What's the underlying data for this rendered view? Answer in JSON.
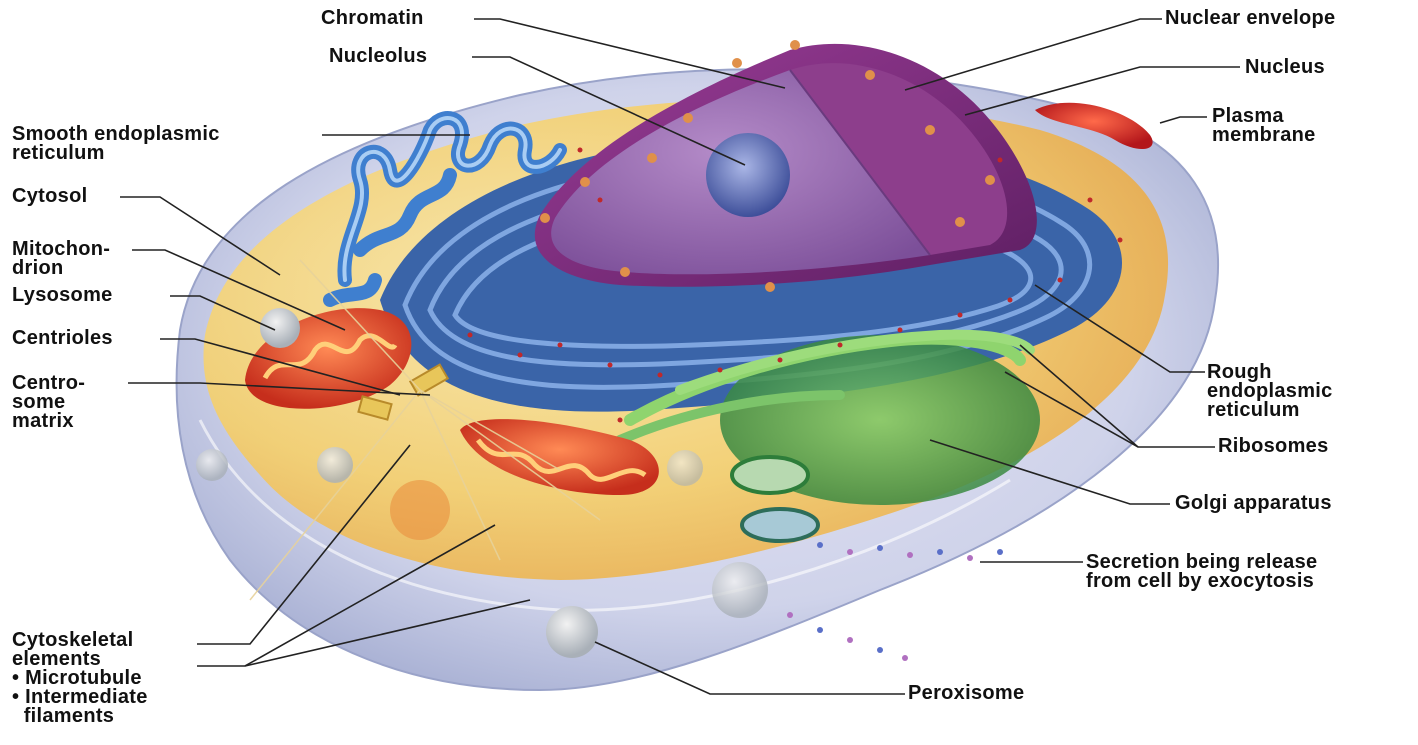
{
  "labels": {
    "chromatin": "Chromatin",
    "nucleolus": "Nucleolus",
    "nuclear_envelope": "Nuclear envelope",
    "nucleus": "Nucleus",
    "plasma_membrane": [
      "Plasma",
      "membrane"
    ],
    "smooth_er": [
      "Smooth endoplasmic",
      "reticulum"
    ],
    "cytosol": "Cytosol",
    "mitochondrion": [
      "Mitochon-",
      "drion"
    ],
    "lysosome": "Lysosome",
    "centrioles": "Centrioles",
    "centrosome_matrix": [
      "Centro-",
      "some",
      "matrix"
    ],
    "rough_er": [
      "Rough",
      "endoplasmic",
      "reticulum"
    ],
    "ribosomes": "Ribosomes",
    "golgi": "Golgi apparatus",
    "secretion": [
      "Secretion being release",
      "from cell by exocytosis"
    ],
    "cytoskeletal": [
      "Cytoskeletal",
      "elements",
      "• Microtubule",
      "• Intermediate",
      "  filaments"
    ],
    "peroxisome": "Peroxisome"
  },
  "colors": {
    "cell_outer": "#c9cfe8",
    "cytosol": "#f6d36a",
    "nucleus": "#9a6bb0",
    "nuclear_envelope": "#7a2f7e",
    "rough_er": "#3f6fb2",
    "smooth_er": "#4a86c8",
    "golgi": "#3f9a45",
    "mitochondrion": "#d9432a",
    "ribosome": "#c0282a",
    "leader_line": "#222222"
  }
}
